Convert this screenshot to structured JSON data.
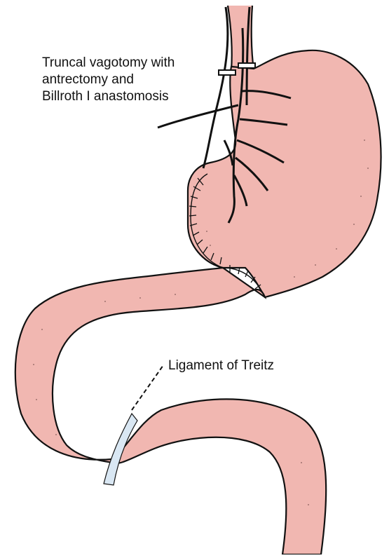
{
  "labels": {
    "procedure_line1": "Truncal vagotomy with",
    "procedure_line2": "antrectomy and",
    "procedure_line3": "Billroth I anastomosis",
    "ligament": "Ligament of Treitz"
  },
  "colors": {
    "organ_fill": "#f1b7b1",
    "outline": "#111111",
    "ligament_fill": "#d9e7f3",
    "background": "#ffffff"
  }
}
